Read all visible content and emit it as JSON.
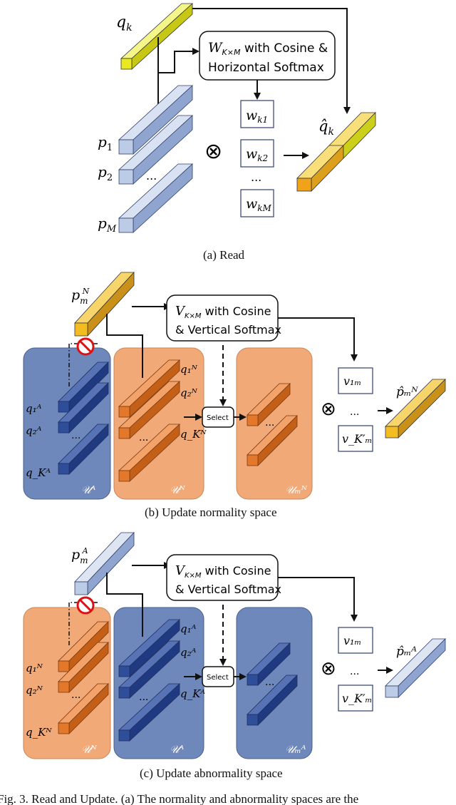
{
  "colors": {
    "yellow": "#e8ea1f",
    "gold": "#f3bd22",
    "orange_bar": "#f0a21a",
    "light_blue": "#bccbe6",
    "dark_blue": "#2e4e9a",
    "orange_cube": "#e3772a",
    "blue_panel": "#6f88bb",
    "orange_panel": "#f2a978",
    "outline": "#1f2f5f"
  },
  "panel_a": {
    "caption": "(a)  Read",
    "query": "q",
    "query_sub": "k",
    "box_line1_w": "W",
    "box_line1_sub": "K×M",
    "box_line1_rest": " with Cosine &",
    "box_line2": "Horizontal Softmax",
    "weights": [
      {
        "w": "w",
        "sub": "k1"
      },
      {
        "w": "w",
        "sub": "k2"
      },
      {
        "w": "w",
        "sub": "kM"
      }
    ],
    "weights_dots": "...",
    "prototypes": [
      {
        "p": "p",
        "sub": "1"
      },
      {
        "p": "p",
        "sub": "2"
      },
      {
        "p": "p",
        "sub": "M"
      }
    ],
    "proto_dots": "...",
    "times": "⊗",
    "output": "q̂",
    "output_sub": "k"
  },
  "panel_b": {
    "caption": "(b)  Update normality space",
    "proto": "p",
    "proto_sub": "m",
    "proto_sup": "N",
    "box_line1_v": "V",
    "box_line1_sub": "K×M",
    "box_line1_rest": " with Cosine",
    "box_line2": "& Vertical Softmax",
    "left_items": [
      "q₁ᴬ",
      "q₂ᴬ",
      "q_Kᴬ"
    ],
    "left_space": "𝒰ᴬ",
    "mid_items": [
      "q₁ᴺ",
      "q₂ᴺ",
      "q_Kᴺ"
    ],
    "mid_space": "𝒰ᴺ",
    "select": "Select",
    "right_space": "𝒰ₘᴺ",
    "weights": [
      "v₁ₘ",
      "v_K′ₘ"
    ],
    "dots": "...",
    "times": "⊗",
    "output": "p̂ₘᴺ"
  },
  "panel_c": {
    "caption": "(c)  Update abnormality space",
    "proto": "p",
    "proto_sub": "m",
    "proto_sup": "A",
    "box_line1_v": "V",
    "box_line1_sub": "K×M",
    "box_line1_rest": " with Cosine",
    "box_line2": "& Vertical Softmax",
    "left_items": [
      "q₁ᴺ",
      "q₂ᴺ",
      "q_Kᴺ"
    ],
    "left_space": "𝒰ᴺ",
    "mid_items": [
      "q₁ᴬ",
      "q₂ᴬ",
      "q_Kᴬ"
    ],
    "mid_space": "𝒰ᴬ",
    "select": "Select",
    "right_space": "𝒰ₘᴬ",
    "weights": [
      "v₁ₘ",
      "v_K′ₘ"
    ],
    "dots": "...",
    "times": "⊗",
    "output": "p̂ₘᴬ"
  },
  "footer": "Fig. 3.  Read and Update. (a) The normality and abnormality spaces are the"
}
